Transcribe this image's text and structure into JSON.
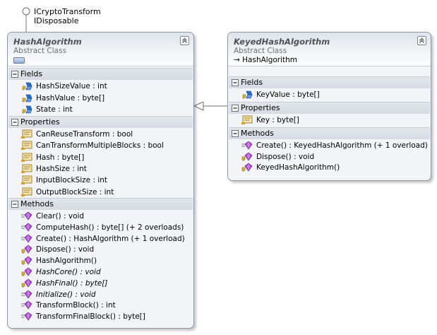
{
  "interfaces": [
    "ICryptoTransform",
    "IDisposable"
  ],
  "classes": [
    {
      "name": "HashAlgorithm",
      "kind": "Abstract Class",
      "base": "",
      "collapse_icon": "chevrons-up-icon",
      "sections": [
        {
          "title": "Fields",
          "members": [
            {
              "text": "HashSizeValue : int",
              "icon": "protected-field-icon",
              "italic": false
            },
            {
              "text": "HashValue : byte[]",
              "icon": "protected-field-icon",
              "italic": false
            },
            {
              "text": "State : int",
              "icon": "protected-field-icon",
              "italic": false
            }
          ]
        },
        {
          "title": "Properties",
          "members": [
            {
              "text": "CanReuseTransform : bool",
              "icon": "property-icon",
              "italic": false
            },
            {
              "text": "CanTransformMultipleBlocks : bool",
              "icon": "property-icon",
              "italic": false
            },
            {
              "text": "Hash : byte[]",
              "icon": "property-icon",
              "italic": false
            },
            {
              "text": "HashSize : int",
              "icon": "property-icon",
              "italic": false
            },
            {
              "text": "InputBlockSize : int",
              "icon": "property-icon",
              "italic": false
            },
            {
              "text": "OutputBlockSize : int",
              "icon": "property-icon",
              "italic": false
            }
          ]
        },
        {
          "title": "Methods",
          "members": [
            {
              "text": "Clear() : void",
              "icon": "public-method-icon",
              "italic": false
            },
            {
              "text": "ComputeHash() : byte[] (+ 2 overloads)",
              "icon": "public-method-icon",
              "italic": false
            },
            {
              "text": "Create() : HashAlgorithm (+ 1 overload)",
              "icon": "public-method-icon",
              "italic": false
            },
            {
              "text": "Dispose() : void",
              "icon": "protected-method-icon",
              "italic": false
            },
            {
              "text": "HashAlgorithm()",
              "icon": "protected-method-icon",
              "italic": false
            },
            {
              "text": "HashCore() : void",
              "icon": "protected-method-icon",
              "italic": true
            },
            {
              "text": "HashFinal() : byte[]",
              "icon": "protected-method-icon",
              "italic": true
            },
            {
              "text": "Initialize() : void",
              "icon": "public-method-icon",
              "italic": true
            },
            {
              "text": "TransformBlock() : int",
              "icon": "public-method-icon",
              "italic": false
            },
            {
              "text": "TransformFinalBlock() : byte[]",
              "icon": "public-method-icon",
              "italic": false
            }
          ]
        }
      ]
    },
    {
      "name": "KeyedHashAlgorithm",
      "kind": "Abstract Class",
      "base": "HashAlgorithm",
      "collapse_icon": "chevrons-up-icon",
      "sections": [
        {
          "title": "Fields",
          "members": [
            {
              "text": "KeyValue : byte[]",
              "icon": "protected-field-icon",
              "italic": false
            }
          ]
        },
        {
          "title": "Properties",
          "members": [
            {
              "text": "Key : byte[]",
              "icon": "property-icon",
              "italic": false
            }
          ]
        },
        {
          "title": "Methods",
          "members": [
            {
              "text": "Create() : KeyedHashAlgorithm (+ 1 overload)",
              "icon": "public-method-icon",
              "italic": false
            },
            {
              "text": "Dispose() : void",
              "icon": "protected-method-icon",
              "italic": false
            },
            {
              "text": "KeyedHashAlgorithm()",
              "icon": "protected-method-icon",
              "italic": false
            }
          ]
        }
      ]
    }
  ],
  "relationships": [
    {
      "type": "inheritance",
      "from": "KeyedHashAlgorithm",
      "to": "HashAlgorithm"
    },
    {
      "type": "interface-lollipop",
      "owner": "HashAlgorithm"
    }
  ],
  "colors": {
    "border": "#8e9aa8",
    "section_header": "#d6dbe2",
    "method_icon": "#b050d0",
    "field_icon": "#2a6fc9",
    "property_icon": "#c8a040"
  }
}
